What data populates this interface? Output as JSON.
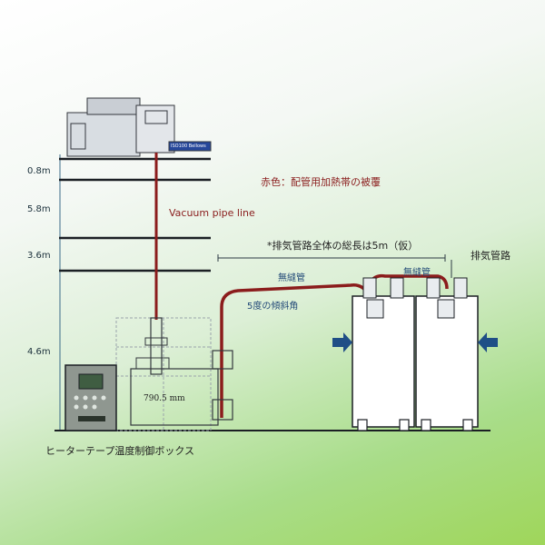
{
  "levels": [
    "0.8m",
    "5.8m",
    "3.6m",
    "4.6m"
  ],
  "labels": {
    "legend_red": "赤色：配管用加熱帯の被覆",
    "vacuum_line": "Vacuum pipe line",
    "total_length": "*排気管路全体の総長は5m（仮）",
    "exhaust_path": "排気管路",
    "seamless_pipe_1": "無縫管",
    "seamless_pipe_2": "無縫管",
    "slope_angle": "5度の傾斜角",
    "dimension": "790.5 mm",
    "control_box": "ヒーターテープ温度制御ボックス",
    "top_box_text": "ISO100 Bellows"
  },
  "colors": {
    "heated_pipe": "#8b1c1c",
    "frame": "#1b1f24",
    "level_text": "#1a2f3a",
    "blue_text": "#234a78",
    "arrow": "#1f4e86"
  }
}
